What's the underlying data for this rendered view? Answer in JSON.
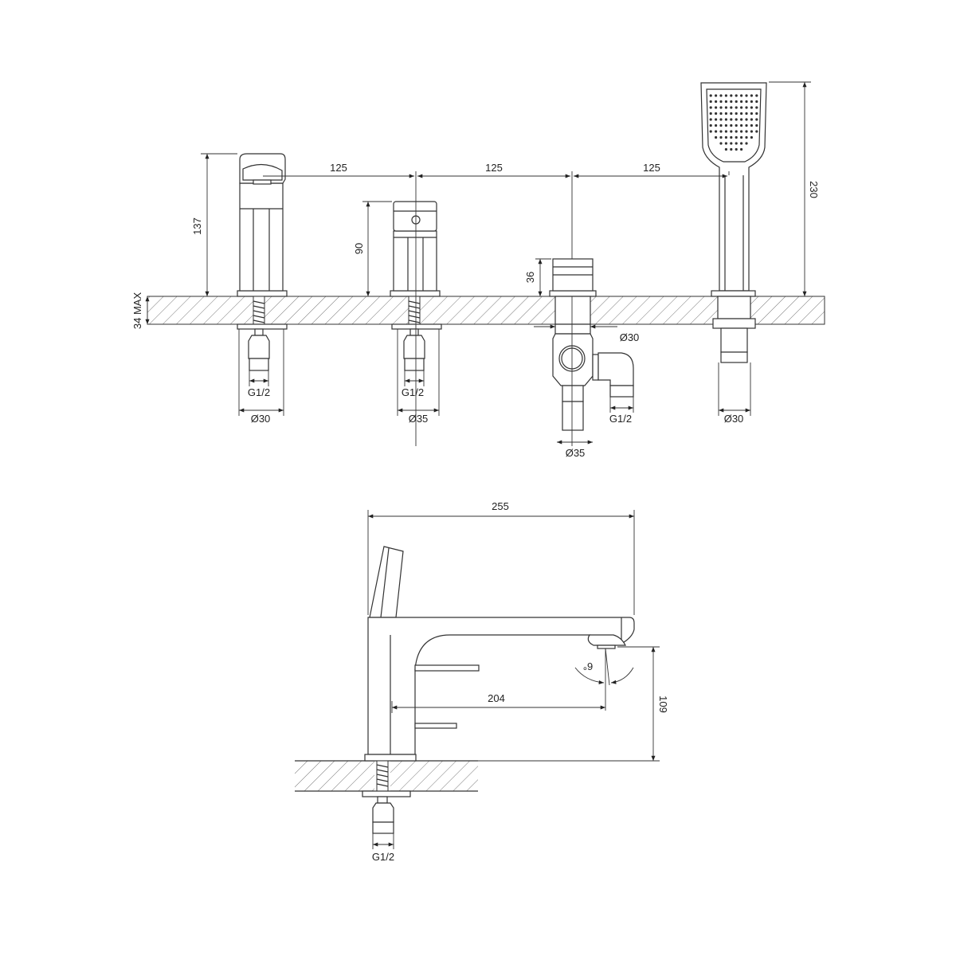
{
  "title": "Deck-mounted 4-hole bath mixer technical drawing",
  "front_view": {
    "spacing_1": "125",
    "spacing_2": "125",
    "spacing_3": "125",
    "spout_height": "137",
    "mixer_height": "90",
    "diverter_height": "36",
    "handshower_height": "230",
    "deck_thickness": "34 MAX",
    "spout_thread": "G1/2",
    "spout_diameter": "Ø30",
    "mixer_thread": "G1/2",
    "mixer_diameter": "Ø35",
    "diverter_top_diameter": "Ø30",
    "diverter_thread": "G1/2",
    "diverter_diameter": "Ø35",
    "handshower_diameter": "Ø30"
  },
  "side_view": {
    "total_length": "255",
    "spout_reach": "204",
    "spout_angle": "6°",
    "outlet_height": "109",
    "thread": "G1/2"
  }
}
